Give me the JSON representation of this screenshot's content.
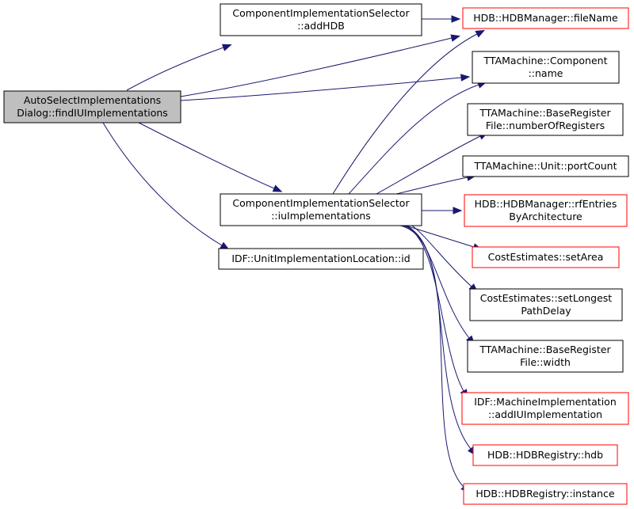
{
  "colors": {
    "edge": "#191970",
    "node_border_default": "#000000",
    "node_border_external": "#ff0000",
    "node_fill_default": "#ffffff",
    "node_fill_root": "#bfbfbf"
  },
  "nodes": [
    {
      "id": "root",
      "style": "root",
      "lines": [
        "AutoSelectImplementations",
        "Dialog::findIUImplementations"
      ]
    },
    {
      "id": "addhdb",
      "style": "default",
      "lines": [
        "ComponentImplementationSelector",
        "::addHDB"
      ]
    },
    {
      "id": "iuimpl",
      "style": "default",
      "lines": [
        "ComponentImplementationSelector",
        "::iuImplementations"
      ]
    },
    {
      "id": "uilid",
      "style": "default",
      "lines": [
        "IDF::UnitImplementationLocation::id"
      ]
    },
    {
      "id": "filename",
      "style": "external",
      "lines": [
        "HDB::HDBManager::fileName"
      ]
    },
    {
      "id": "compname",
      "style": "default",
      "lines": [
        "TTAMachine::Component",
        "::name"
      ]
    },
    {
      "id": "numregs",
      "style": "default",
      "lines": [
        "TTAMachine::BaseRegister",
        "File::numberOfRegisters"
      ]
    },
    {
      "id": "portcount",
      "style": "default",
      "lines": [
        "TTAMachine::Unit::portCount"
      ]
    },
    {
      "id": "rfentries",
      "style": "external",
      "lines": [
        "HDB::HDBManager::rfEntries",
        "ByArchitecture"
      ]
    },
    {
      "id": "setarea",
      "style": "external",
      "lines": [
        "CostEstimates::setArea"
      ]
    },
    {
      "id": "setlongest",
      "style": "default",
      "lines": [
        "CostEstimates::setLongest",
        "PathDelay"
      ]
    },
    {
      "id": "width",
      "style": "default",
      "lines": [
        "TTAMachine::BaseRegister",
        "File::width"
      ]
    },
    {
      "id": "addiu",
      "style": "external",
      "lines": [
        "IDF::MachineImplementation",
        "::addIUImplementation"
      ]
    },
    {
      "id": "hdb",
      "style": "external",
      "lines": [
        "HDB::HDBRegistry::hdb"
      ]
    },
    {
      "id": "instance",
      "style": "external",
      "lines": [
        "HDB::HDBRegistry::instance"
      ]
    }
  ],
  "edges": [
    {
      "from": "root",
      "to": "addhdb"
    },
    {
      "from": "root",
      "to": "filename"
    },
    {
      "from": "root",
      "to": "compname"
    },
    {
      "from": "root",
      "to": "iuimpl"
    },
    {
      "from": "root",
      "to": "uilid"
    },
    {
      "from": "addhdb",
      "to": "filename"
    },
    {
      "from": "iuimpl",
      "to": "filename"
    },
    {
      "from": "iuimpl",
      "to": "compname"
    },
    {
      "from": "iuimpl",
      "to": "numregs"
    },
    {
      "from": "iuimpl",
      "to": "portcount"
    },
    {
      "from": "iuimpl",
      "to": "rfentries"
    },
    {
      "from": "iuimpl",
      "to": "setarea"
    },
    {
      "from": "iuimpl",
      "to": "setlongest"
    },
    {
      "from": "iuimpl",
      "to": "width"
    },
    {
      "from": "iuimpl",
      "to": "addiu"
    },
    {
      "from": "iuimpl",
      "to": "hdb"
    },
    {
      "from": "iuimpl",
      "to": "instance"
    }
  ]
}
